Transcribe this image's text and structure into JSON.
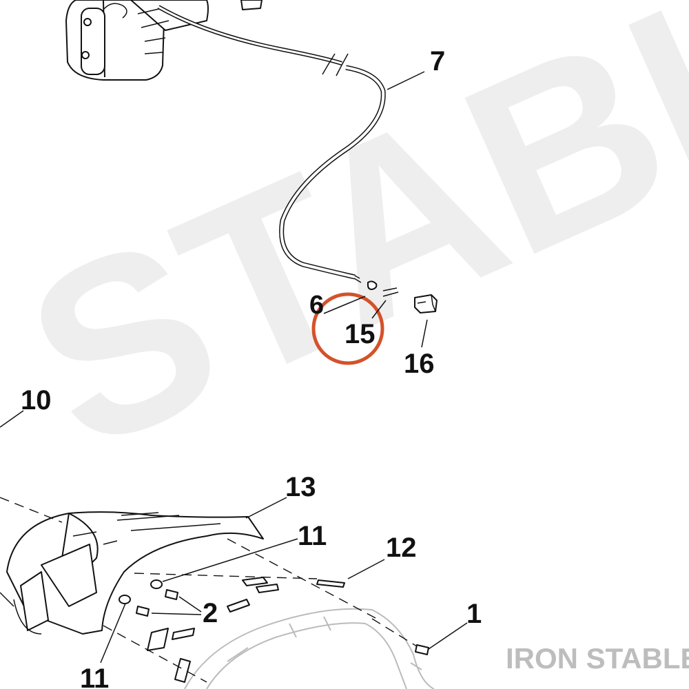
{
  "watermark": {
    "text": "STABLE"
  },
  "brand": {
    "text": "IRON STABLE"
  },
  "callouts": {
    "c1": "1",
    "c2": "2",
    "c6": "6",
    "c7": "7",
    "c10": "10",
    "c11a": "11",
    "c11b": "11",
    "c12": "12",
    "c13": "13",
    "c15": "15",
    "c16": "16"
  },
  "highlight": {
    "target": "15",
    "color": "#d4522a"
  }
}
